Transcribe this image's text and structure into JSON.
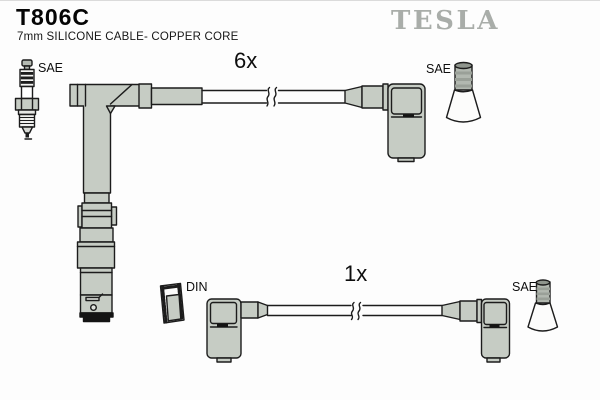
{
  "header": {
    "part_number": "T806C",
    "subtitle": "7mm SILICONE CABLE- COPPER CORE",
    "brand": "TESLA"
  },
  "labels": {
    "cable6_quantity": "6x",
    "cable1_quantity": "1x",
    "sae_plug": "SAE",
    "sae_terminal_top": "SAE",
    "sae_terminal_bottom": "SAE",
    "din_terminal": "DIN"
  },
  "colors": {
    "connector_gray": "#c6ccc4",
    "metal_gray": "#b2b8b0",
    "metal_band": "#9aa098",
    "brand_gray": "#a9ada9",
    "outline": "#1c1c1c",
    "base_black": "#141414",
    "background": "#fdfdfd"
  }
}
